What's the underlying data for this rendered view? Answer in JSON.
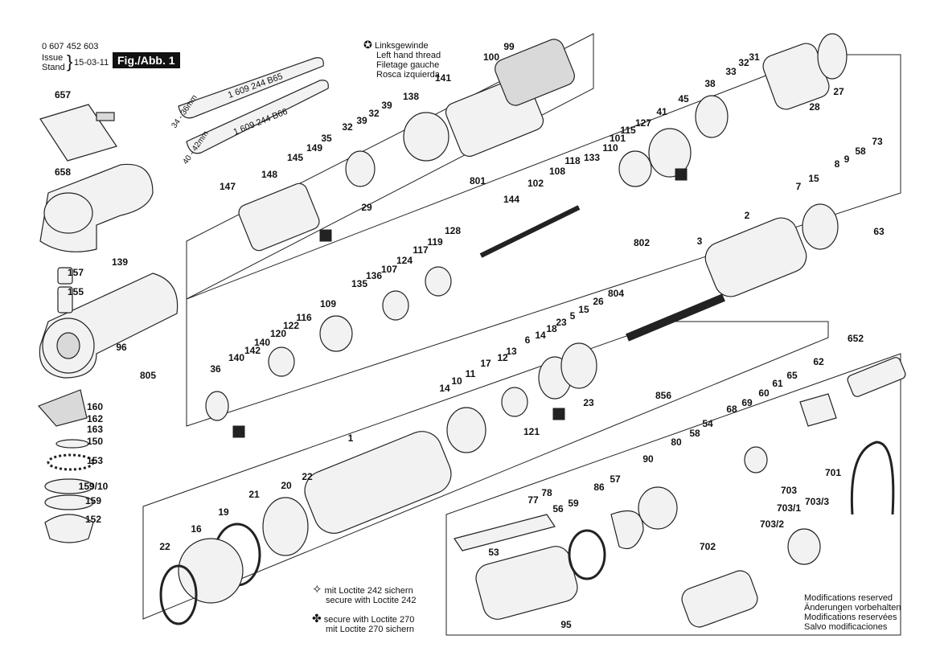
{
  "header": {
    "doc_number": "0 607 452 603",
    "issue_label": "Issue",
    "stand_label": "Stand",
    "brace": "}",
    "date": "15-03-11",
    "figure_tag": "Fig./Abb. 1"
  },
  "legend_thread": {
    "symbol": "✪",
    "lines": [
      "Linksgewinde",
      "Left hand thread",
      "Filetage gauche",
      "Rosca izquierda"
    ]
  },
  "legend_loctite": {
    "items": [
      {
        "symbol": "✧",
        "lines": [
          "mit Loctite 242 sichern",
          "secure with Loctite 242"
        ]
      },
      {
        "symbol": "✤",
        "lines": [
          "secure with Loctite 270",
          "mit Loctite 270 sichern"
        ]
      }
    ]
  },
  "modifications": [
    "Modifications reserved",
    "Änderungen vorbehalten",
    "Modifications reservées",
    "Salvo modificaciones"
  ],
  "wrench_texts": [
    "1 609 244 B65",
    "1 609 244 B66",
    "34 - 36mm",
    "40 - 42mm"
  ],
  "part_numbers": [
    "657",
    "658",
    "139",
    "157",
    "155",
    "96",
    "805",
    "160",
    "162",
    "163",
    "150",
    "153",
    "159/10",
    "159",
    "152",
    "147",
    "148",
    "145",
    "149",
    "35",
    "32",
    "39",
    "29",
    "32",
    "39",
    "138",
    "141",
    "100",
    "99",
    "801",
    "144",
    "102",
    "108",
    "118",
    "133",
    "110",
    "101",
    "115",
    "127",
    "41",
    "45",
    "38",
    "33",
    "32",
    "31",
    "28",
    "27",
    "128",
    "119",
    "117",
    "124",
    "107",
    "136",
    "135",
    "109",
    "116",
    "122",
    "120",
    "140",
    "142",
    "140",
    "36",
    "802",
    "804",
    "3",
    "2",
    "7",
    "15",
    "8",
    "9",
    "58",
    "73",
    "63",
    "26",
    "15",
    "5",
    "23",
    "18",
    "14",
    "6",
    "13",
    "12",
    "17",
    "14",
    "10",
    "11",
    "121",
    "23",
    "1",
    "22",
    "20",
    "21",
    "19",
    "16",
    "22",
    "856",
    "54",
    "58",
    "80",
    "90",
    "68",
    "69",
    "60",
    "61",
    "65",
    "62",
    "652",
    "86",
    "57",
    "59",
    "56",
    "78",
    "77",
    "53",
    "95",
    "703",
    "703/1",
    "703/3",
    "703/2",
    "702",
    "701"
  ]
}
